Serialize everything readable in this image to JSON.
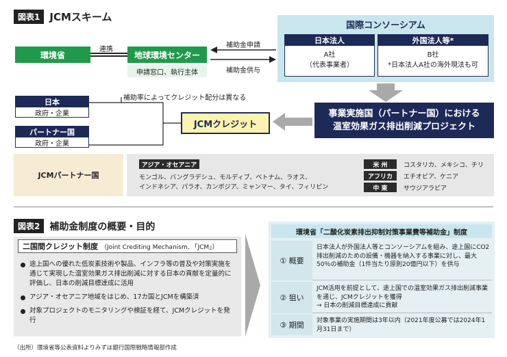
{
  "fig1": {
    "badge": "図表1",
    "title": "JCMスキーム",
    "ministry": "環境省",
    "link_label": "連携",
    "center": "地球環境センター",
    "center_sub": "申請窓口、執行主体",
    "arrow_apply": "補助金申請",
    "arrow_grant": "補助金供与",
    "consortium_title": "国際コンソーシアム",
    "jp_corp": "日本法人",
    "jp_corp_body": [
      "A社",
      "（代表事業者）"
    ],
    "foreign_corp": "外国法人等*",
    "foreign_corp_body": [
      "B社",
      "*日本法人A社の海外現法も可"
    ],
    "project": [
      "事業実施国（パートナー国）における",
      "温室効果ガス排出削減プロジェクト"
    ],
    "jcm_credit": "JCMクレジット",
    "note_ratio": "補助率によってクレジット配分は異なる",
    "japan": "日本",
    "japan_sub": "政府・企業",
    "partner": "パートナー国",
    "partner_sub": "政府・企業",
    "partner_countries_label": "JCMパートナー国",
    "asia_tag": "アジア・オセアニア",
    "asia_line1": "モンゴル、バングラデシュ、モルディブ、ベトナム、ラオス、",
    "asia_line2": "インドネシア、パラオ、カンボジア、ミャンマー、タイ、フィリピン",
    "regions": [
      {
        "tag": "米 州",
        "countries": "コスタリカ、メキシコ、チリ"
      },
      {
        "tag": "アフリカ",
        "countries": "エチオピア、ケニア"
      },
      {
        "tag": "中 東",
        "countries": "サウジアラビア"
      }
    ]
  },
  "fig2": {
    "badge": "図表2",
    "title": "補助金制度の概要・目的",
    "box_title": "二国間クレジット制度",
    "box_title_en": "（Joint Crediting Mechanism, 「JCM」）",
    "bullets": [
      "途上国への優れた低炭素技術や製品、インフラ等の普及や対策実施を通じて実現した温室効果ガス排出削減に対する日本の貢献を定量的に評価し、日本の削減目標達成に活用",
      "アジア・オセアニア地域をはじめ、17カ国とJCMを構築済",
      "対象プロジェクトのモニタリングや検証を経て、JCMクレジットを発行"
    ],
    "table_title": "環境省「二酸化炭素排出抑制対策事業費等補助金」制度",
    "rows": [
      {
        "label": "① 概要",
        "text": "日本法人が外国法人等とコンソーシアムを組み、途上国にCO2排出削減のための設備・機器を納入する事業に対し、最大50％の補助金（1件当たり原則20億円以下）を供与"
      },
      {
        "label": "② 狙い",
        "text": "JCM活用を前提として、途上国での温室効果ガス排出削減事業を通じ、JCMクレジットを獲得\n→ 日本の削減目標達成に貢献"
      },
      {
        "label": "③ 期間",
        "text": "対象事業の実施期間は3年以内（2021年度公募では2024年1月31日まで）"
      }
    ]
  },
  "source": "（出所）環境省等公表資料よりみずほ銀行国際戦略情報部作成",
  "colors": {
    "green": "#1f9a4b",
    "navy": "#1d2a57",
    "light_blue": "#c9e6ee",
    "gray": "#e7e7e7",
    "yellow": "#fdf3b0"
  }
}
